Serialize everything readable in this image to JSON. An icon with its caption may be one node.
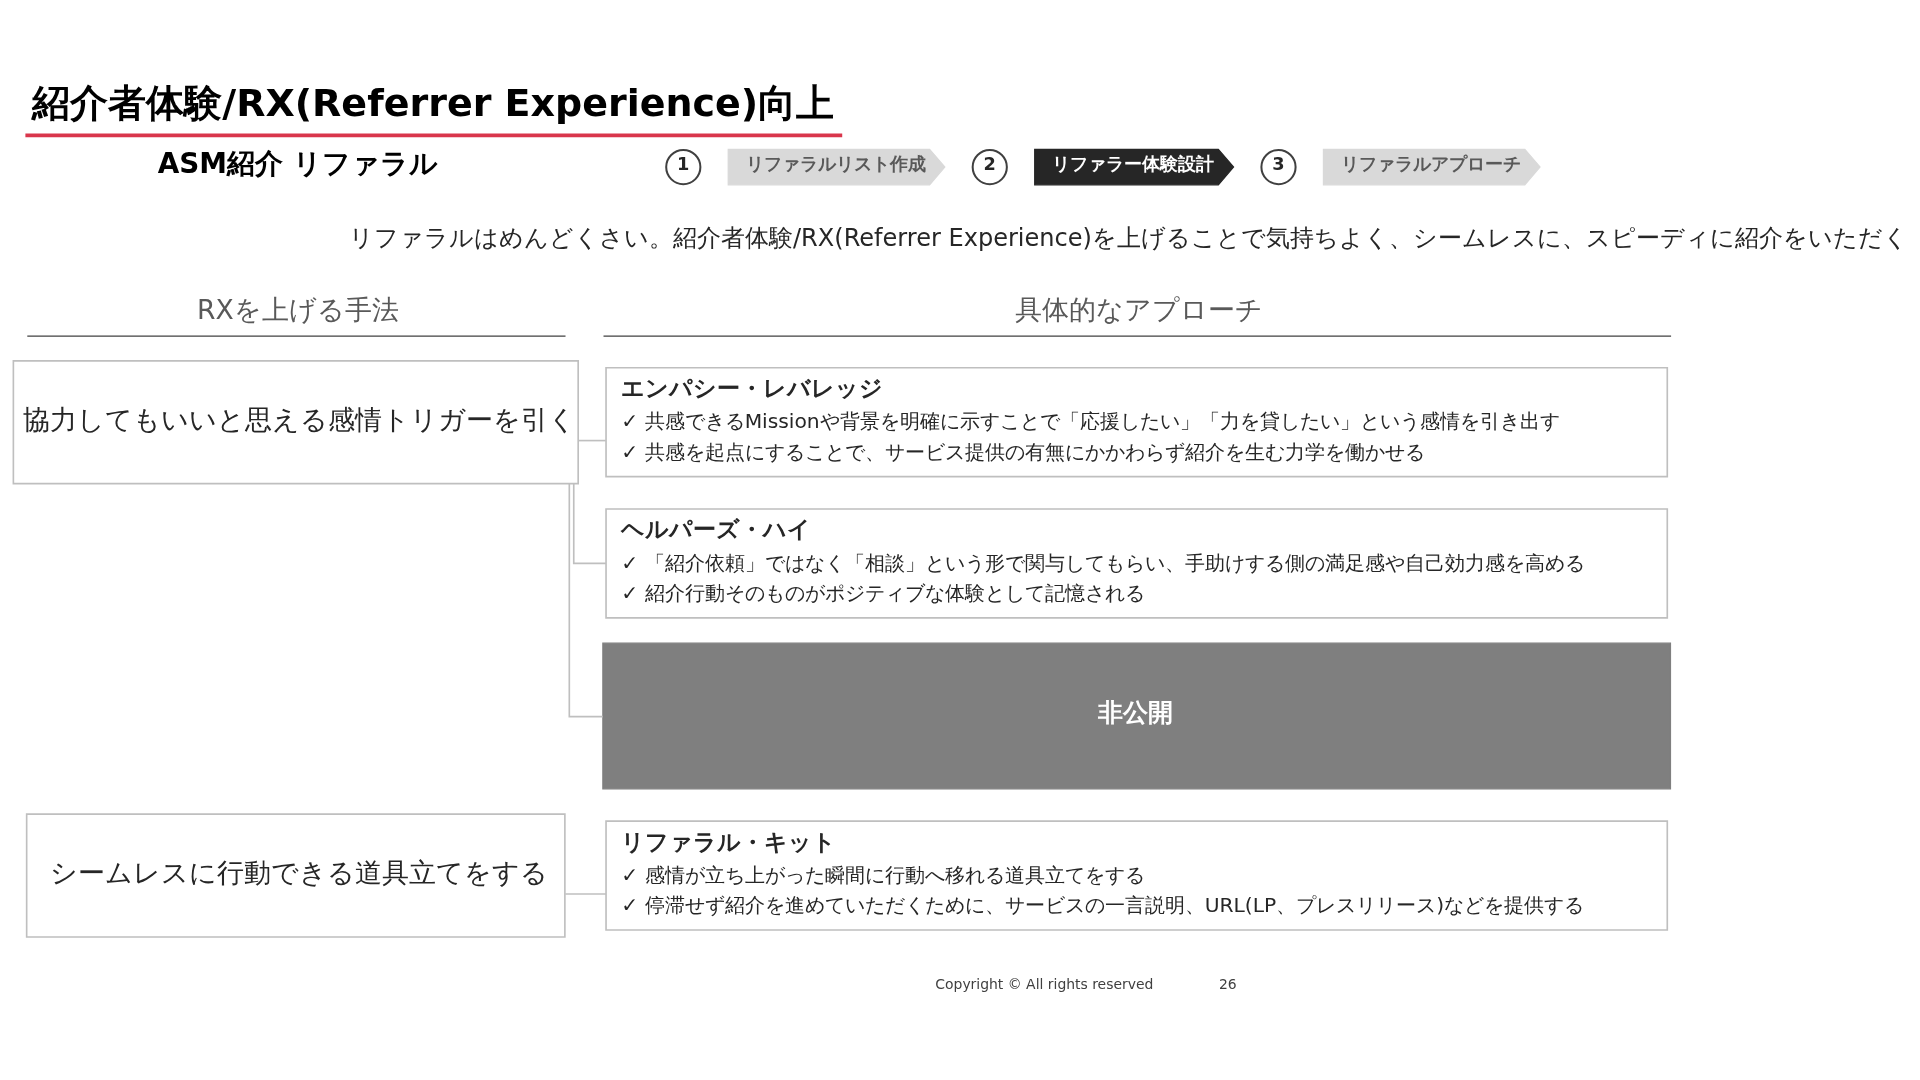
{
  "diagram": {
    "title": "紹介者体験/RX(Referrer Experience)向上",
    "nodes": [
      {
        "text": [
          "1"
        ]
      },
      {
        "text": [
          "リファラルリスト作成"
        ]
      },
      {
        "text": [
          "2"
        ]
      },
      {
        "text": [
          "リファラー体験設計"
        ]
      },
      {
        "text": [
          "3"
        ]
      },
      {
        "text": [
          "リファラルアプローチ"
        ]
      },
      {
        "text": [
          "協力してもいいと思える感情トリガーを引く"
        ]
      },
      {
        "text": [
          "シームレスに行動できる道具立てをする"
        ]
      },
      {
        "text": [
          "エンパシー・レバレッジ",
          "✓ 共感できるMissionや背景を明確に示すことで「応援したい」「力を貸したい」という感情を引き出す",
          "✓ 共感を起点にすることで、サービス提供の有無にかかわらず紹介を生む力学を働かせる"
        ]
      },
      {
        "text": [
          "ヘルパーズ・ハイ",
          "✓ 「紹介依頼」ではなく「相談」という形で関与してもらい、手助けする側の満足感や自己効力感を高める",
          "✓ 紹介行動そのものがポジティブな体験として記憶される"
        ]
      },
      {
        "text": [
          "非公開"
        ]
      },
      {
        "text": [
          "リファラル・キット",
          "✓ 感情が立ち上がった瞬間に行動へ移れる道具立てをする",
          "✓ 停滞せず紹介を進めていただくために、サービスの一言説明、URL(LP、プレスリリース)などを提供する"
        ]
      }
    ],
    "edges": [
      {
        "from": 6,
        "to": 8,
        "arrow": "none"
      },
      {
        "from": 6,
        "to": 9,
        "arrow": "none"
      },
      {
        "from": 6,
        "to": 10,
        "arrow": "none"
      },
      {
        "from": 7,
        "to": 11,
        "arrow": "none"
      }
    ],
    "labels": [
      "ASM紹介 リファラル",
      "リファラルはめんどくさい。紹介者体験/RX(Referrer Experience)を上げることで気持ちよく、シームレスに、スピーディに紹介をいただく",
      "RXを上げる手法",
      "具体的なアプローチ",
      "Copyright © All rights reserved",
      "26"
    ]
  }
}
